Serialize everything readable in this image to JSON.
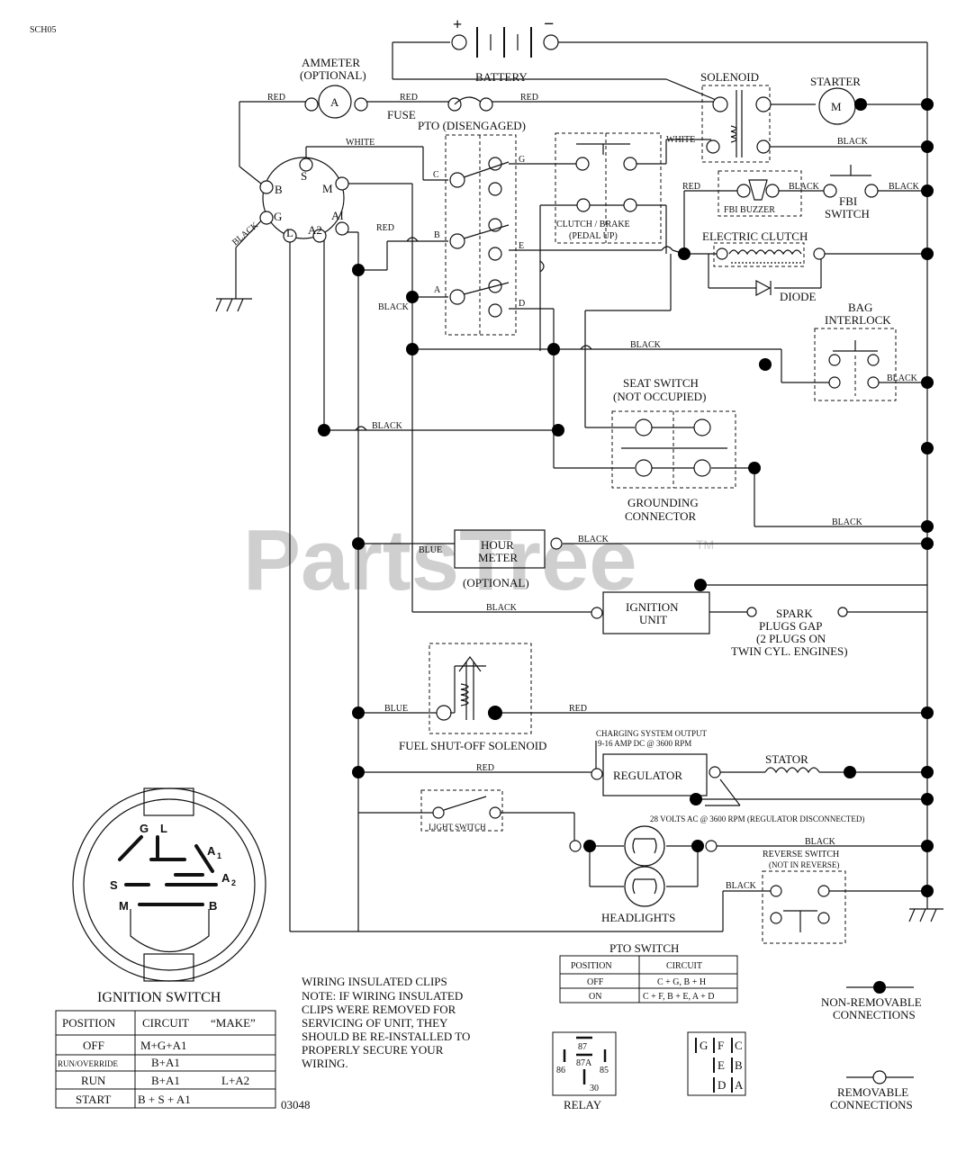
{
  "doc_code": "SCH05",
  "figure_number": "03048",
  "watermark": "PartsTree",
  "watermark_tm": "TM",
  "components": {
    "battery": "BATTERY",
    "battery_plus": "+",
    "battery_minus": "−",
    "ammeter": "AMMETER",
    "ammeter_optional": "(OPTIONAL)",
    "ammeter_symbol": "A",
    "fuse": "FUSE",
    "solenoid": "SOLENOID",
    "starter": "STARTER",
    "starter_symbol": "M",
    "pto": "PTO (DISENGAGED)",
    "clutch_brake_1": "CLUTCH / BRAKE",
    "clutch_brake_2": "(PEDAL UP)",
    "fbi_buzzer": "FBI BUZZER",
    "fbi_switch_1": "FBI",
    "fbi_switch_2": "SWITCH",
    "electric_clutch": "ELECTRIC CLUTCH",
    "diode": "DIODE",
    "bag_interlock_1": "BAG",
    "bag_interlock_2": "INTERLOCK",
    "seat_switch_1": "SEAT SWITCH",
    "seat_switch_2": "(NOT OCCUPIED)",
    "grounding_1": "GROUNDING",
    "grounding_2": "CONNECTOR",
    "hour_meter_1": "HOUR",
    "hour_meter_2": "METER",
    "hour_meter_opt": "(OPTIONAL)",
    "ignition_unit_1": "IGNITION",
    "ignition_unit_2": "UNIT",
    "spark_1": "SPARK",
    "spark_2": "PLUGS GAP",
    "spark_3": "(2 PLUGS ON",
    "spark_4": "TWIN CYL. ENGINES)",
    "fuel_solenoid": "FUEL SHUT-OFF SOLENOID",
    "charging_1": "CHARGING SYSTEM OUTPUT",
    "charging_2": "9-16 AMP DC @ 3600 RPM",
    "regulator": "REGULATOR",
    "stator": "STATOR",
    "volts_note": "28 VOLTS AC @ 3600 RPM (REGULATOR DISCONNECTED)",
    "light_switch": "LIGHT SWITCH",
    "headlights": "HEADLIGHTS",
    "reverse_switch_1": "REVERSE SWITCH",
    "reverse_switch_2": "(NOT IN REVERSE)"
  },
  "wire_colors": {
    "red": "RED",
    "white": "WHITE",
    "black": "BLACK",
    "blue": "BLUE"
  },
  "ignition_terminals": [
    "B",
    "S",
    "M",
    "G",
    "L",
    "A2",
    "AI"
  ],
  "pto_terminals": [
    "C",
    "G",
    "B",
    "E",
    "A",
    "D"
  ],
  "ignition_switch": {
    "title": "IGNITION SWITCH",
    "face_labels": [
      "G",
      "L",
      "A",
      "1",
      "S",
      "A",
      "2",
      "M",
      "B"
    ],
    "headers": [
      "POSITION",
      "CIRCUIT",
      "“MAKE”"
    ],
    "rows": [
      [
        "OFF",
        "M+G+A1",
        ""
      ],
      [
        "RUN/OVERRIDE",
        "B+A1",
        ""
      ],
      [
        "RUN",
        "B+A1",
        "L+A2"
      ],
      [
        "START",
        "B + S + A1",
        ""
      ]
    ]
  },
  "pto_switch": {
    "title": "PTO SWITCH",
    "headers": [
      "POSITION",
      "CIRCUIT"
    ],
    "rows": [
      [
        "OFF",
        "C + G, B + H"
      ],
      [
        "ON",
        "C + F, B + E, A + D"
      ]
    ]
  },
  "note": {
    "title": "WIRING INSULATED CLIPS",
    "lines": [
      "NOTE:  IF WIRING INSULATED",
      "CLIPS WERE REMOVED FOR",
      "SERVICING OF UNIT, THEY",
      "SHOULD BE RE-INSTALLED TO",
      "PROPERLY SECURE YOUR",
      "WIRING."
    ]
  },
  "relay": {
    "title": "RELAY",
    "pins": [
      "87",
      "87A",
      "86",
      "85",
      "30"
    ]
  },
  "connector_pins": [
    "G",
    "F",
    "C",
    "E",
    "B",
    "D",
    "A"
  ],
  "legend": {
    "non_removable_1": "NON-REMOVABLE",
    "non_removable_2": "CONNECTIONS",
    "removable_1": "REMOVABLE",
    "removable_2": "CONNECTIONS"
  }
}
